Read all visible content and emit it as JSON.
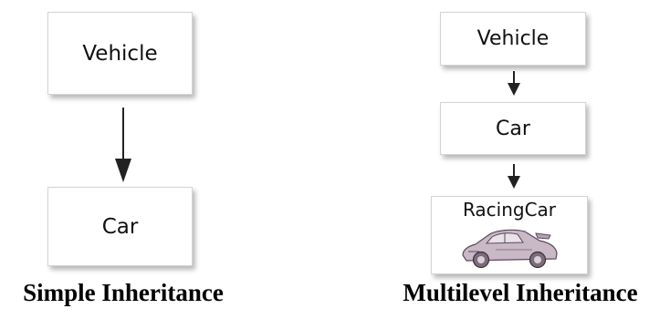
{
  "simple": {
    "top_box": "Vehicle",
    "bottom_box": "Car",
    "caption": "Simple Inheritance"
  },
  "multilevel": {
    "top_box": "Vehicle",
    "middle_box": "Car",
    "bottom_box": "RacingCar",
    "caption": "Multilevel Inheritance"
  },
  "icons": {
    "racing_car": "racing-car-icon",
    "arrow": "arrow-down-icon"
  }
}
